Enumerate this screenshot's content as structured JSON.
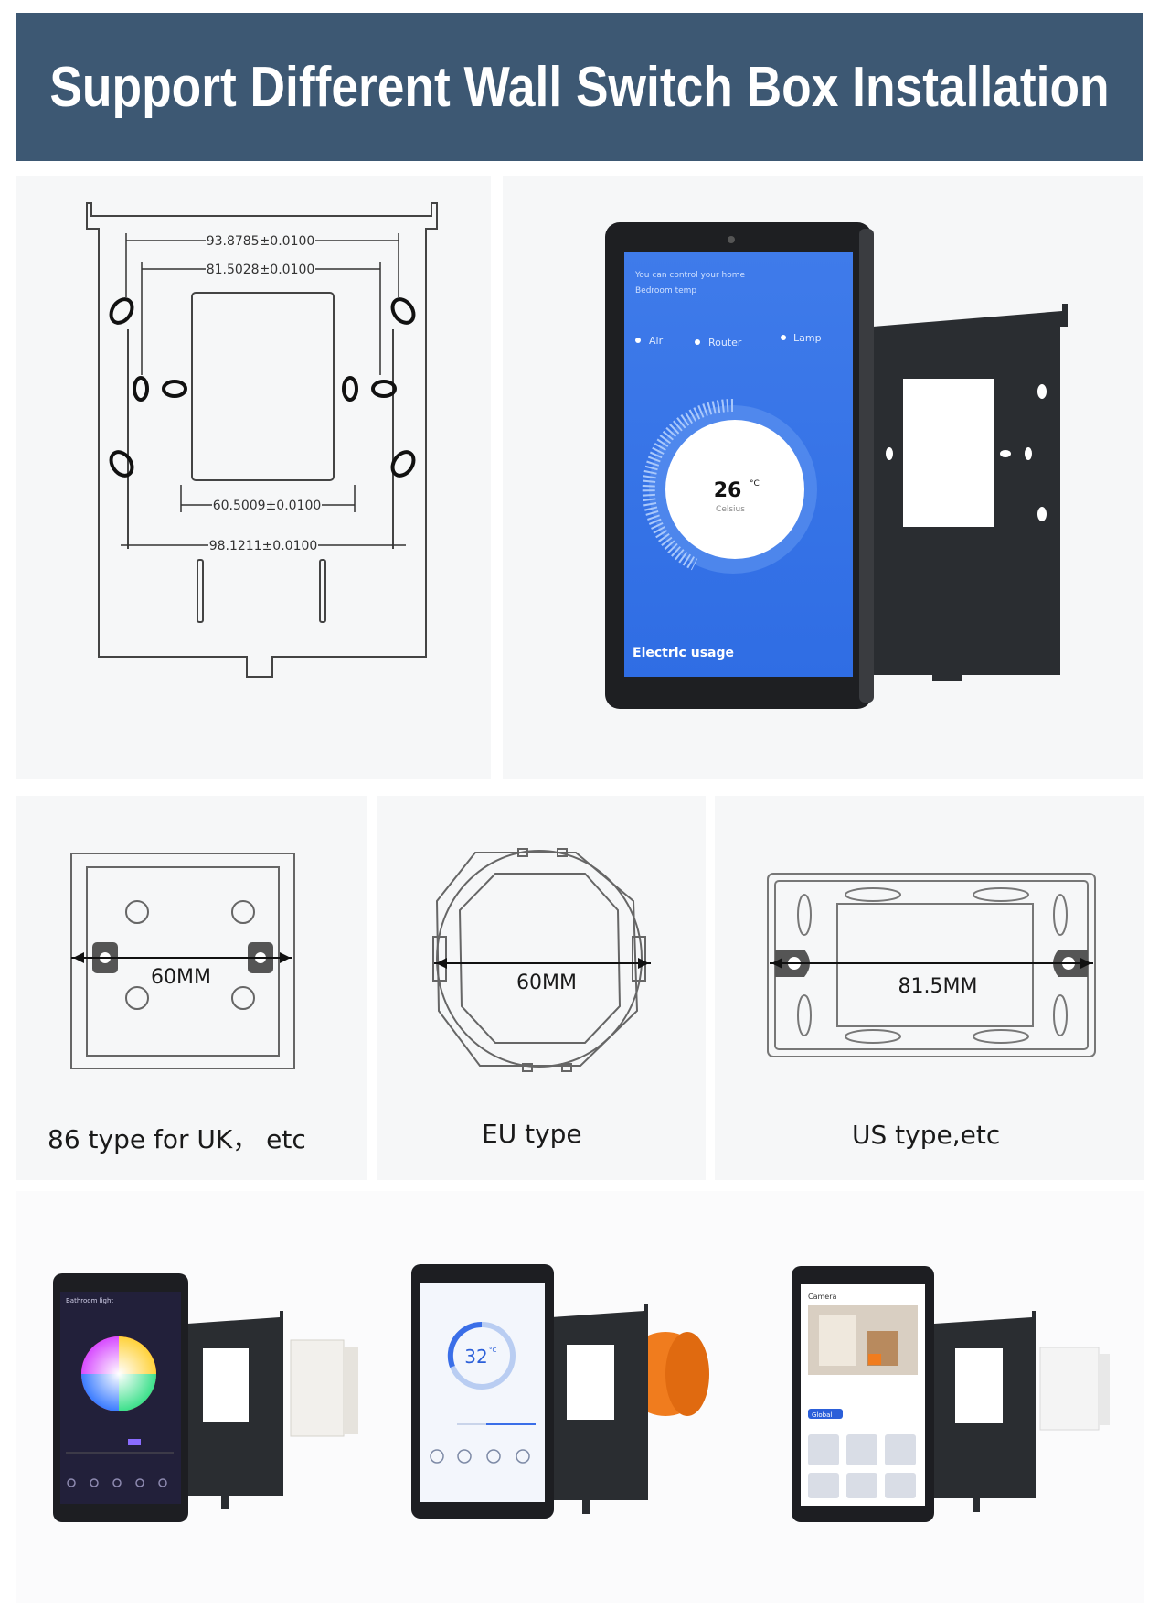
{
  "header": {
    "title": "Support Different Wall Switch Box Installation"
  },
  "drawing": {
    "dim_top_outer": "93.8785±0.0100",
    "dim_top_inner": "81.5028±0.0100",
    "dim_bottom_inner": "60.5009±0.0100",
    "dim_bottom_outer": "98.1211±0.0100"
  },
  "hero_device": {
    "line1": "You can control your home",
    "line2": "Bedroom temp",
    "chip_1": "Air",
    "chip_2": "Router",
    "chip_3": "Lamp",
    "temperature": "26",
    "unit": "°C",
    "temp_caption": "Celsius",
    "footer": "Electric usage"
  },
  "box_types": [
    {
      "measure": "60MM",
      "caption": "86 type for UK，  etc"
    },
    {
      "measure": "60MM",
      "caption": "EU type"
    },
    {
      "measure": "81.5MM",
      "caption": "US type,etc"
    }
  ],
  "small_devices": {
    "a_title": "Bathroom light",
    "b_temp": "32",
    "b_unit": "°C",
    "c_title": "Camera",
    "c_button": "Global"
  },
  "colors": {
    "banner": "#3d5873",
    "screen_blue": "#3f7bea",
    "bracket": "#2a2d31",
    "eu_box": "#f07c1e"
  }
}
